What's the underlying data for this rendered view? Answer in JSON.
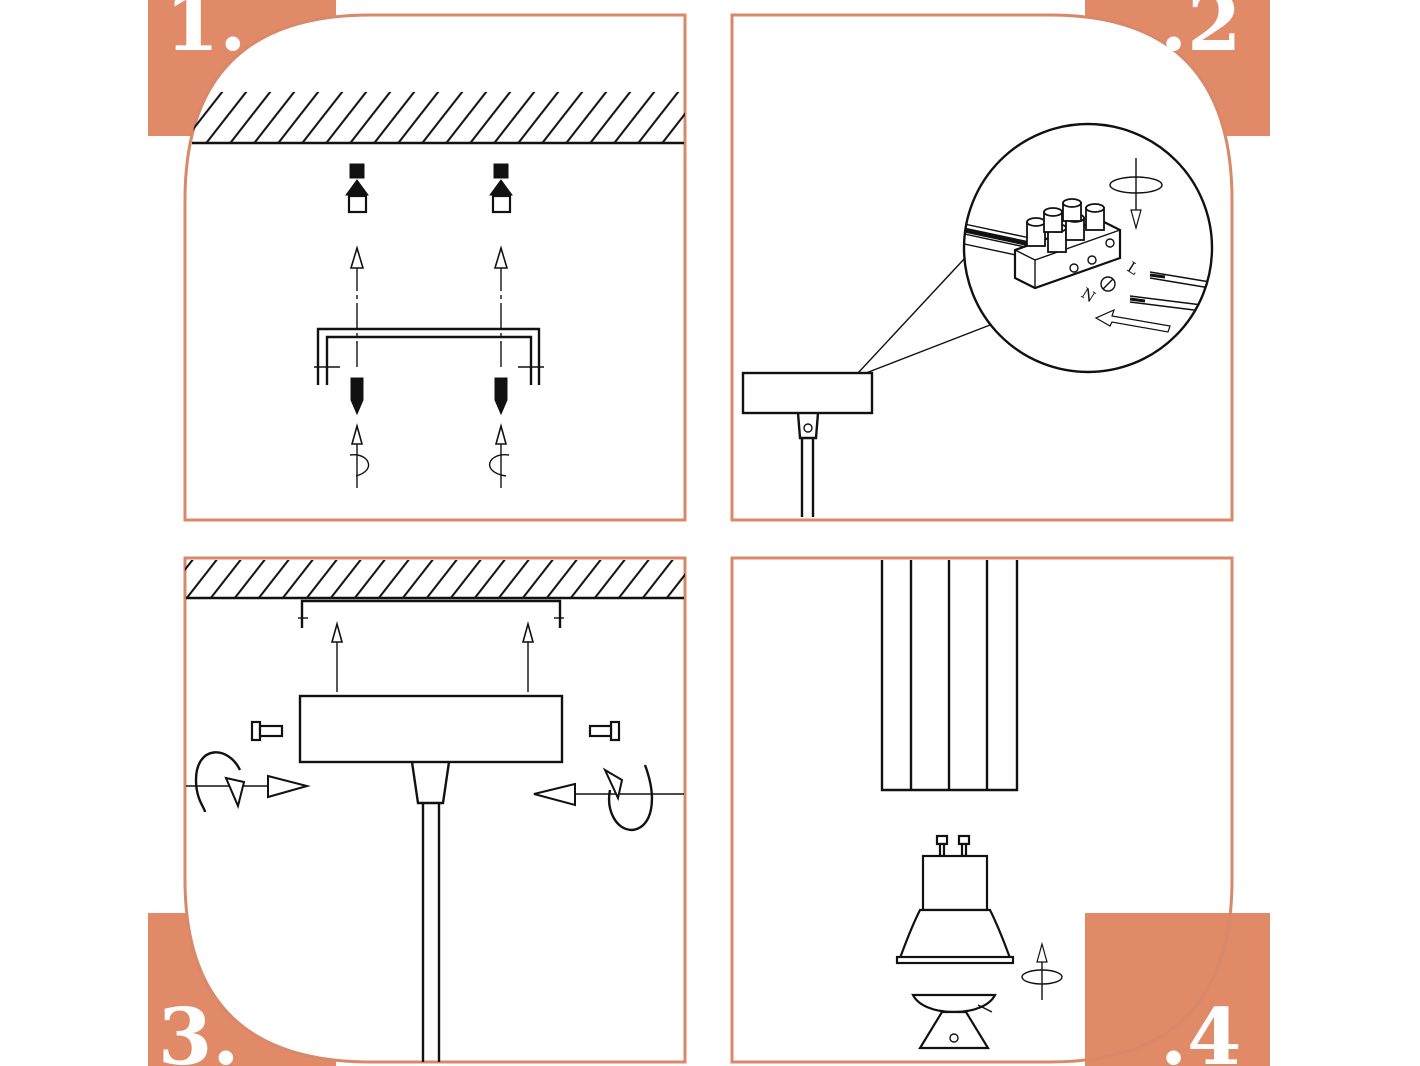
{
  "colors": {
    "accent": "#e08a68",
    "line": "#111111",
    "frame": "#d9886a",
    "background": "#ffffff"
  },
  "steps": [
    {
      "number": "1."
    },
    {
      "number": ".2"
    },
    {
      "number": "3."
    },
    {
      "number": ".4"
    }
  ],
  "terminal_labels": {
    "live": "L",
    "neutral": "N"
  }
}
